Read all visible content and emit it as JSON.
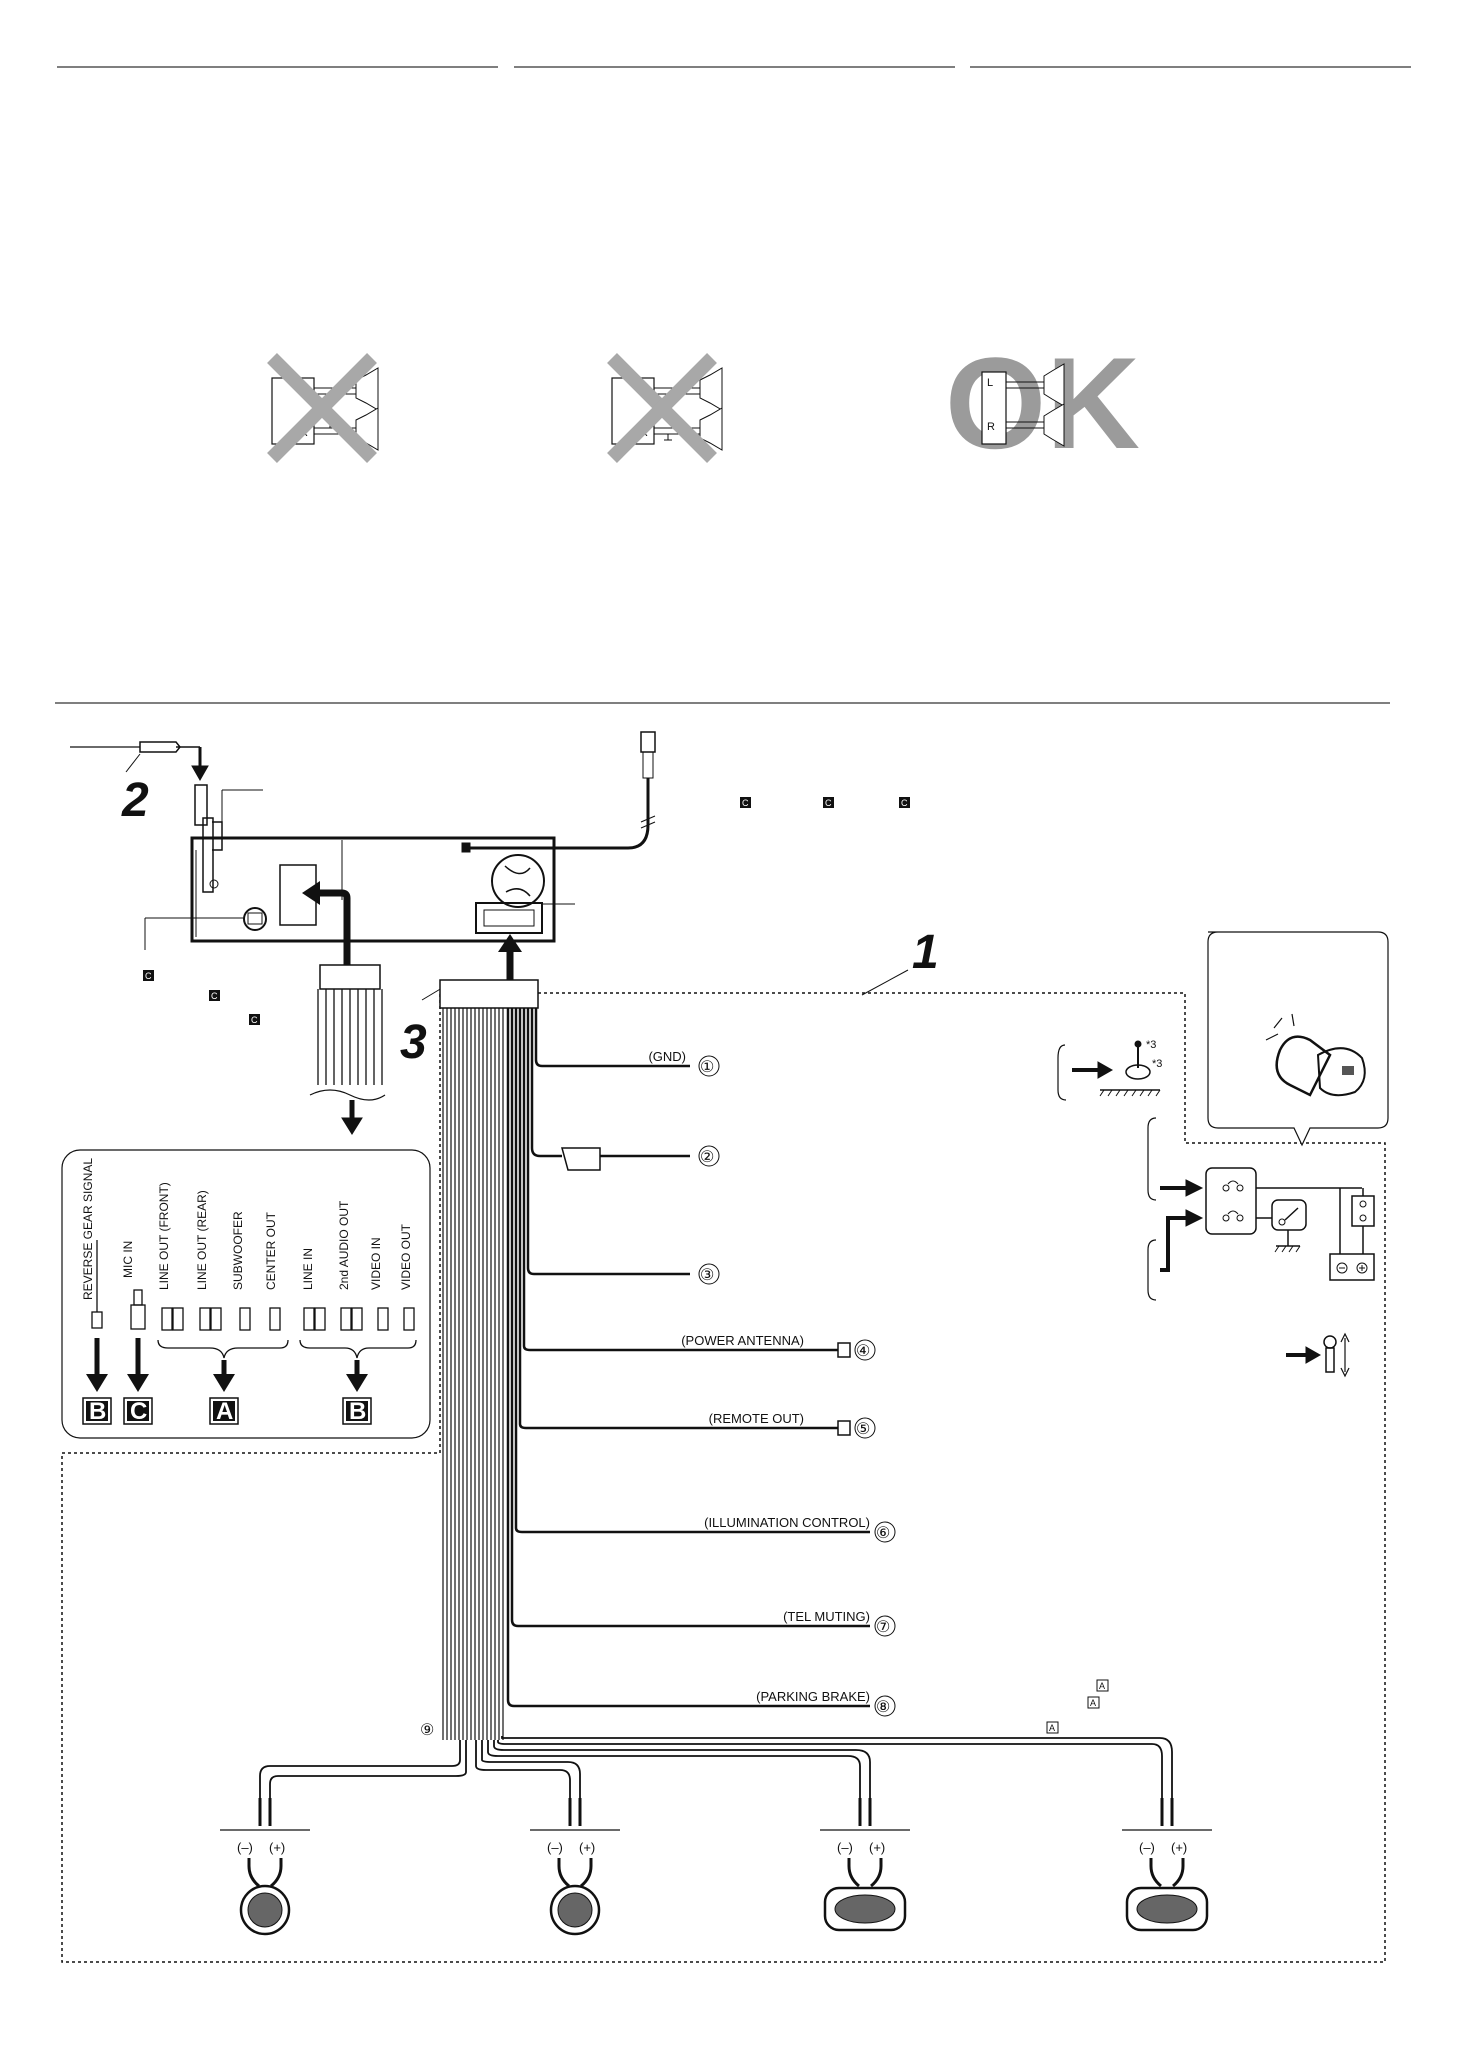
{
  "speaker_check": {
    "ok_label": "OK",
    "channel_left": "L",
    "channel_right": "R"
  },
  "steps": {
    "step1": "1",
    "step2": "2",
    "step3": "3"
  },
  "rca_labels": [
    "REVERSE GEAR SIGNAL",
    "MIC IN",
    "LINE OUT (FRONT)",
    "LINE OUT (REAR)",
    "SUBWOOFER",
    "CENTER OUT",
    "LINE IN",
    "2nd AUDIO OUT",
    "VIDEO IN",
    "VIDEO OUT"
  ],
  "group_boxes": [
    "B",
    "C",
    "A",
    "B"
  ],
  "wires": [
    {
      "label": "(GND)",
      "num": "①"
    },
    {
      "label": "",
      "num": "②"
    },
    {
      "label": "",
      "num": "③"
    },
    {
      "label": "(POWER ANTENNA)",
      "num": "④"
    },
    {
      "label": "(REMOTE OUT)",
      "num": "⑤"
    },
    {
      "label": "(ILLUMINATION CONTROL)",
      "num": "⑥"
    },
    {
      "label": "(TEL MUTING)",
      "num": "⑦"
    },
    {
      "label": "(PARKING BRAKE)",
      "num": "⑧"
    }
  ],
  "speaker_wire_num": "⑨",
  "polarity": {
    "neg": "(–)",
    "pos": "(+)"
  },
  "markers": {
    "c": "C",
    "a": "A",
    "star3": "*3"
  },
  "colors": {
    "cross": "#a8a8a8",
    "ink": "#111111",
    "box_fill": "#111111"
  }
}
